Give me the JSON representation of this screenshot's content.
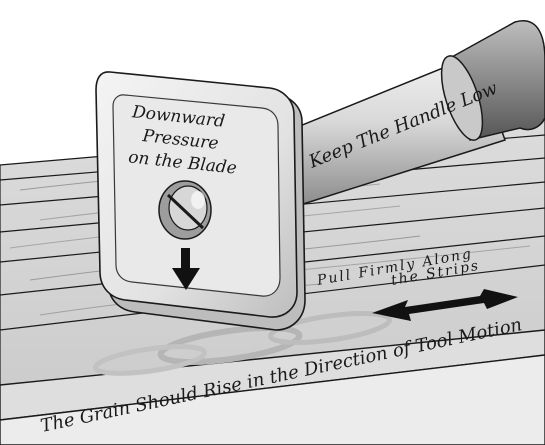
{
  "labels": {
    "blade_text_1": "Downward",
    "blade_text_2": "Pressure",
    "blade_text_3": "on the Blade",
    "handle_text": "Keep The Handle Low",
    "pull_text_1": "Pull Firmly Along",
    "pull_text_2": "the Strips",
    "grain_text": "The Grain Should Rise in the Direction of Tool Motion"
  },
  "icons": {
    "down_arrow": "down-arrow-icon",
    "motion_arrow": "double-headed-arrow-icon"
  },
  "colors": {
    "background": "#ffffff",
    "wood_light": "#e6e6e6",
    "wood_mid": "#cfcfcf",
    "wood_dark": "#9a9a9a",
    "outline": "#1a1a1a"
  }
}
